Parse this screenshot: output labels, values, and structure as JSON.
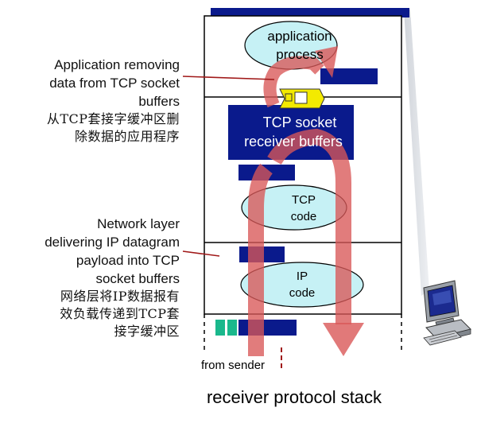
{
  "annotations": {
    "app_removing": {
      "en": [
        "Application removing",
        "data from TCP socket",
        "buffers"
      ],
      "zh": [
        "从TCP套接字缓冲区删",
        "除数据的应用程序"
      ]
    },
    "network_delivering": {
      "en": [
        "Network layer",
        "delivering IP datagram",
        "payload into TCP",
        "socket buffers"
      ],
      "zh": [
        "网络层将IP数据报有",
        "效负载传递到TCP套",
        "接字缓冲区"
      ]
    }
  },
  "stack": {
    "application_process": [
      "application",
      "process"
    ],
    "tcp_socket_buffers": [
      "TCP socket",
      "receiver buffers"
    ],
    "tcp_code": [
      "TCP",
      "code"
    ],
    "ip_code": [
      "IP",
      "code"
    ],
    "from_sender": "from sender",
    "caption": "receiver protocol stack"
  },
  "colors": {
    "dark_blue": "#0a1a8c",
    "ellipse_fill": "#c6f1f5",
    "arrow": "#d95757",
    "annotation_line": "#a01818",
    "packet_green": "#1ab88c",
    "highlight_yellow": "#f3ea00"
  }
}
